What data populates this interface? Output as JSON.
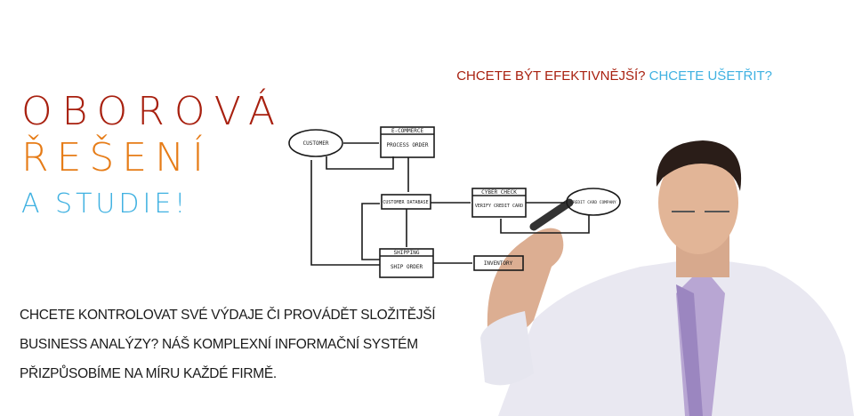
{
  "tagline": {
    "part1": "CHCETE BÝT EFEKTIVNĚJŠÍ?",
    "part2": "CHCETE UŠETŘIT?"
  },
  "headline": {
    "line1": "OBOROVÁ",
    "line2": "ŘEŠENÍ",
    "line3": "A STUDIE!"
  },
  "paragraph": {
    "line1": "CHCETE KONTROLOVAT SVÉ VÝDAJE ČI PROVÁDĚT SLOŽITĚJŠÍ",
    "line2": "BUSINESS ANALÝZY? NÁŠ KOMPLEXNÍ INFORMAČNÍ SYSTÉM",
    "line3": "PŘIZPŮSOBÍME NA MÍRU KAŽDÉ FIRMĚ."
  },
  "diagram": {
    "customer": "CUSTOMER",
    "ecommerce": "E-COMMERCE",
    "process_order": "PROCESS ORDER",
    "customer_database": "CUSTOMER DATABASE",
    "cyber_check": "CYBER CHECK",
    "verify_card": "VERIFY CREDIT CARD",
    "credit_card_company": "CREDIT CARD COMPANY",
    "shipping": "SHIPPING",
    "ship_order": "SHIP ORDER",
    "inventory": "INVENTORY"
  },
  "colors": {
    "red": "#a8200f",
    "orange": "#e67c17",
    "blue": "#3fb1e1"
  }
}
